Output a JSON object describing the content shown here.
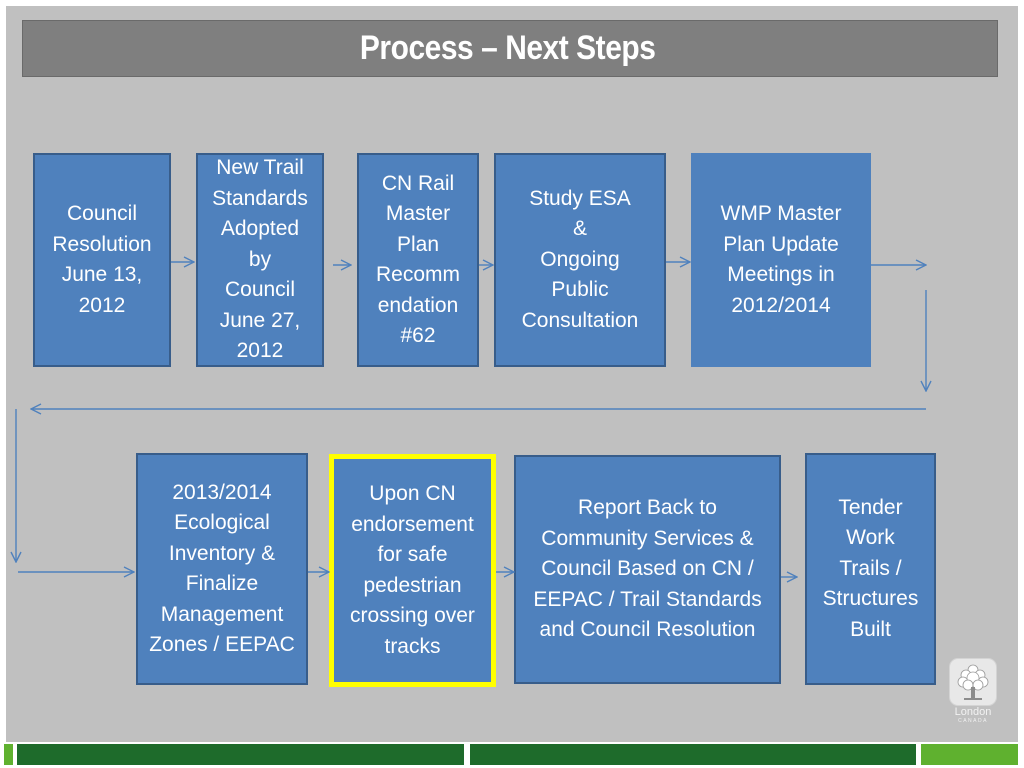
{
  "title": "Process – Next Steps",
  "colors": {
    "box_fill": "#4f81bd",
    "box_border": "#385d8a",
    "highlight_border": "#ffff00",
    "title_bar": "#7f7f7f",
    "panel": "#c0c0c0",
    "arrow": "#4f81bd",
    "footer_green_dark": "#1e6b2b",
    "footer_green_light": "#5fb12f"
  },
  "steps": [
    {
      "text": "Council\nResolution\nJune  13,\n2012"
    },
    {
      "text": "New Trail\nStandards\nAdopted\nby\nCouncil\nJune 27,\n2012"
    },
    {
      "text": "CN Rail\nMaster\nPlan\nRecomm\nendation\n#62"
    },
    {
      "text": "Study ESA\n&\nOngoing\nPublic\nConsultation"
    },
    {
      "text": "WMP Master\nPlan Update\nMeetings in\n2012/2014"
    },
    {
      "text": "2013/2014\nEcological\nInventory &\nFinalize\nManagement\nZones / EEPAC"
    },
    {
      "text": "Upon CN\nendorsement\nfor  safe\npedestrian\ncrossing over\ntracks"
    },
    {
      "text": "Report Back to\nCommunity Services  &\nCouncil Based on  CN /\nEEPAC / Trail Standards\nand Council Resolution"
    },
    {
      "text": "Tender\nWork\nTrails /\nStructures\nBuilt"
    }
  ],
  "logo": {
    "icon": "tree-icon",
    "word": "London",
    "sub": "CANADA"
  }
}
